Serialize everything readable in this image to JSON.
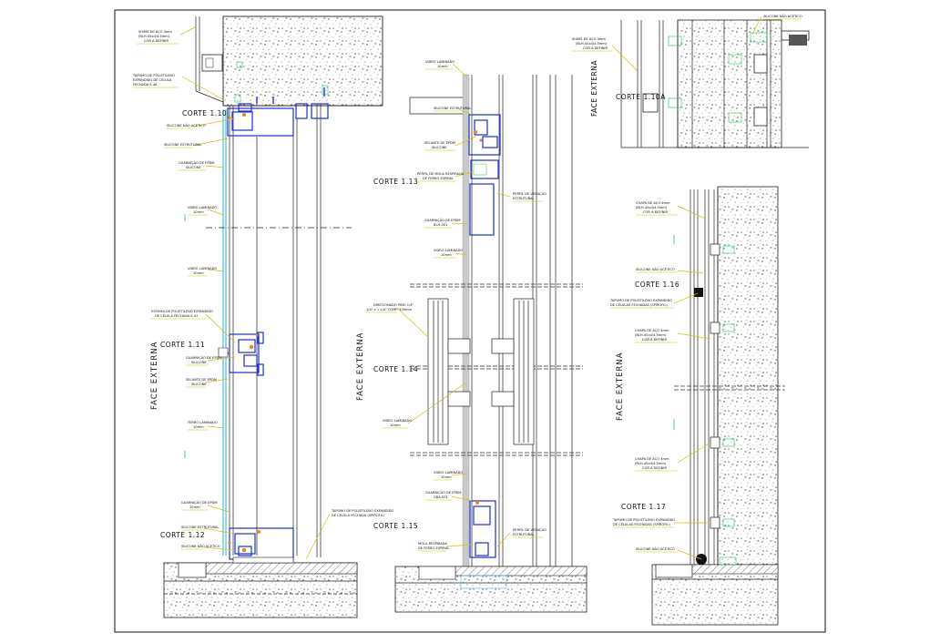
{
  "face_label": "FACE EXTERNA",
  "cuts": {
    "c110": "CORTE 1.10",
    "c111": "CORTE 1.11",
    "c112": "CORTE 1.12",
    "c113": "CORTE 1.13",
    "c114": "CORTE 1.14",
    "c115": "CORTE 1.15",
    "c110a": "CORTE 1.10A",
    "c116": "CORTE 1.16",
    "c117": "CORTE 1.17"
  },
  "notes_left": [
    "SHIMS DE AÇO 4mm",
    "(BLH-45x4/4.5mm)",
    "COR A DEFINIR",
    "TAPUMO DE POLIETILENO",
    "EXPANDIDO DE CÉLULA",
    "FECHADA E-48",
    "SILICONE NÃO ACÉTICO",
    "SILICONE ESTRUTURAL",
    "GUARNIÇÃO DE EPDM",
    "SILICONE",
    "VIDRO LAMINADO",
    "10mm",
    "VIDRO LAMINADO",
    "10mm",
    "ESPUMA DE POLIETILENO EXPANDIDO",
    "DE CÉLULA FECHADA E-47",
    "GUARNIÇÃO DE EPDM",
    "SILICONE",
    "SELANTE DE EPDM",
    "SILICONE",
    "FERRO LAMINADO",
    "10mm",
    "GUARNIÇÃO DE EPDM",
    "10mm",
    "SILICONE ESTRUTURAL",
    "SILICONE NÃO ACÉTICO",
    "TAPUMO DE POLIETILENO EXPANDIDO",
    "DE CÉLULA FECHADA (SPIROFIL)"
  ],
  "notes_mid": [
    "VIDRO LAMINADO",
    "10mm",
    "SILICONE ESTRUTURAL",
    "SELANTE DE EPDM",
    "SILICONE",
    "PERFIL DE MOLA RESPIRADA",
    "DE FERRO ESPIRAL",
    "PERFIL DE VEDAÇÃO",
    "ESTRUTURAL",
    "GUARNIÇÃO DE EPDM",
    "BLH-001",
    "VIDRO LAMINADO",
    "10mm",
    "DIRECIONADO PINO 1/4\"",
    "1/4\" x 1 1/4\" COMP. 300mm",
    "VIDRO LAMINADO",
    "10mm",
    "VIDRO LAMINADO",
    "10mm",
    "GUARNIÇÃO DE EPDM",
    "GBA-001",
    "MOLA RESPIRADA",
    "DE FERRO ESPIRAL",
    "PERFIL DE VEDAÇÃO",
    "ESTRUTURAL"
  ],
  "notes_right": [
    "SILICONE NÃO ACÉTICO",
    "SHIMS DE AÇO 4mm",
    "(BLH-45x4/4.5mm)",
    "COR A DEFINIR",
    "CHAPA DE AÇO 4mm",
    "(BLH-45x4/4.5mm)",
    "COR A DEFINIR",
    "SILICONE NÃO ACÉTICO",
    "TAPUMO DE POLIETILENO EXPANDIDO",
    "DE CÉLULAS FECHADAS (SPIROFIL)",
    "CHAPA DE AÇO 4mm",
    "(BLH-45x4/4.5mm)",
    "COR A DEFINIR",
    "CHAPA DE AÇO 4mm",
    "(BLH-45x4/4.5mm)",
    "COR A DEFINIR",
    "TAPUMO DE POLIETILENO EXPANDIDO",
    "DE CÉLULAS FECHADAS (SPIROFIL)",
    "SILICONE NÃO ACÉTICO"
  ],
  "colors": {
    "profile": "#1d2fd6",
    "glass": "#45c1e6",
    "leader": "#d4c000",
    "silicone": "#e8881e",
    "dim": "#22c45a"
  }
}
